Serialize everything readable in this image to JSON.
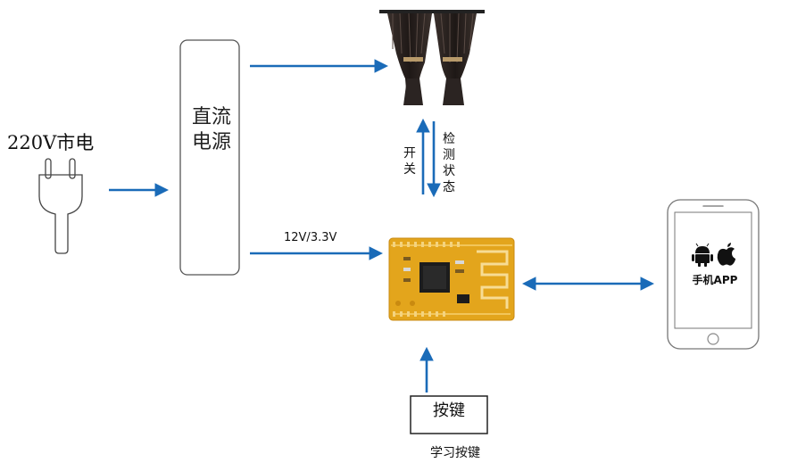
{
  "power": {
    "label": "220V市电",
    "icon": "plug-icon"
  },
  "psu": {
    "label": "直流电源"
  },
  "curtain": {
    "icon": "curtain-icon"
  },
  "signals": {
    "switch_label": "开关",
    "detect_label": "检测状态"
  },
  "module": {
    "voltage_label": "12V/3.3V",
    "icon": "wifi-module-icon"
  },
  "button": {
    "box_label": "按键",
    "caption": "学习按键"
  },
  "phone": {
    "app_label": "手机APP",
    "icons": [
      "android-icon",
      "apple-icon"
    ]
  },
  "colors": {
    "arrow": "#1a6bb8",
    "module_board": "#e3a51c",
    "chip": "#1c1c1c",
    "curtain": "#2b2422"
  }
}
